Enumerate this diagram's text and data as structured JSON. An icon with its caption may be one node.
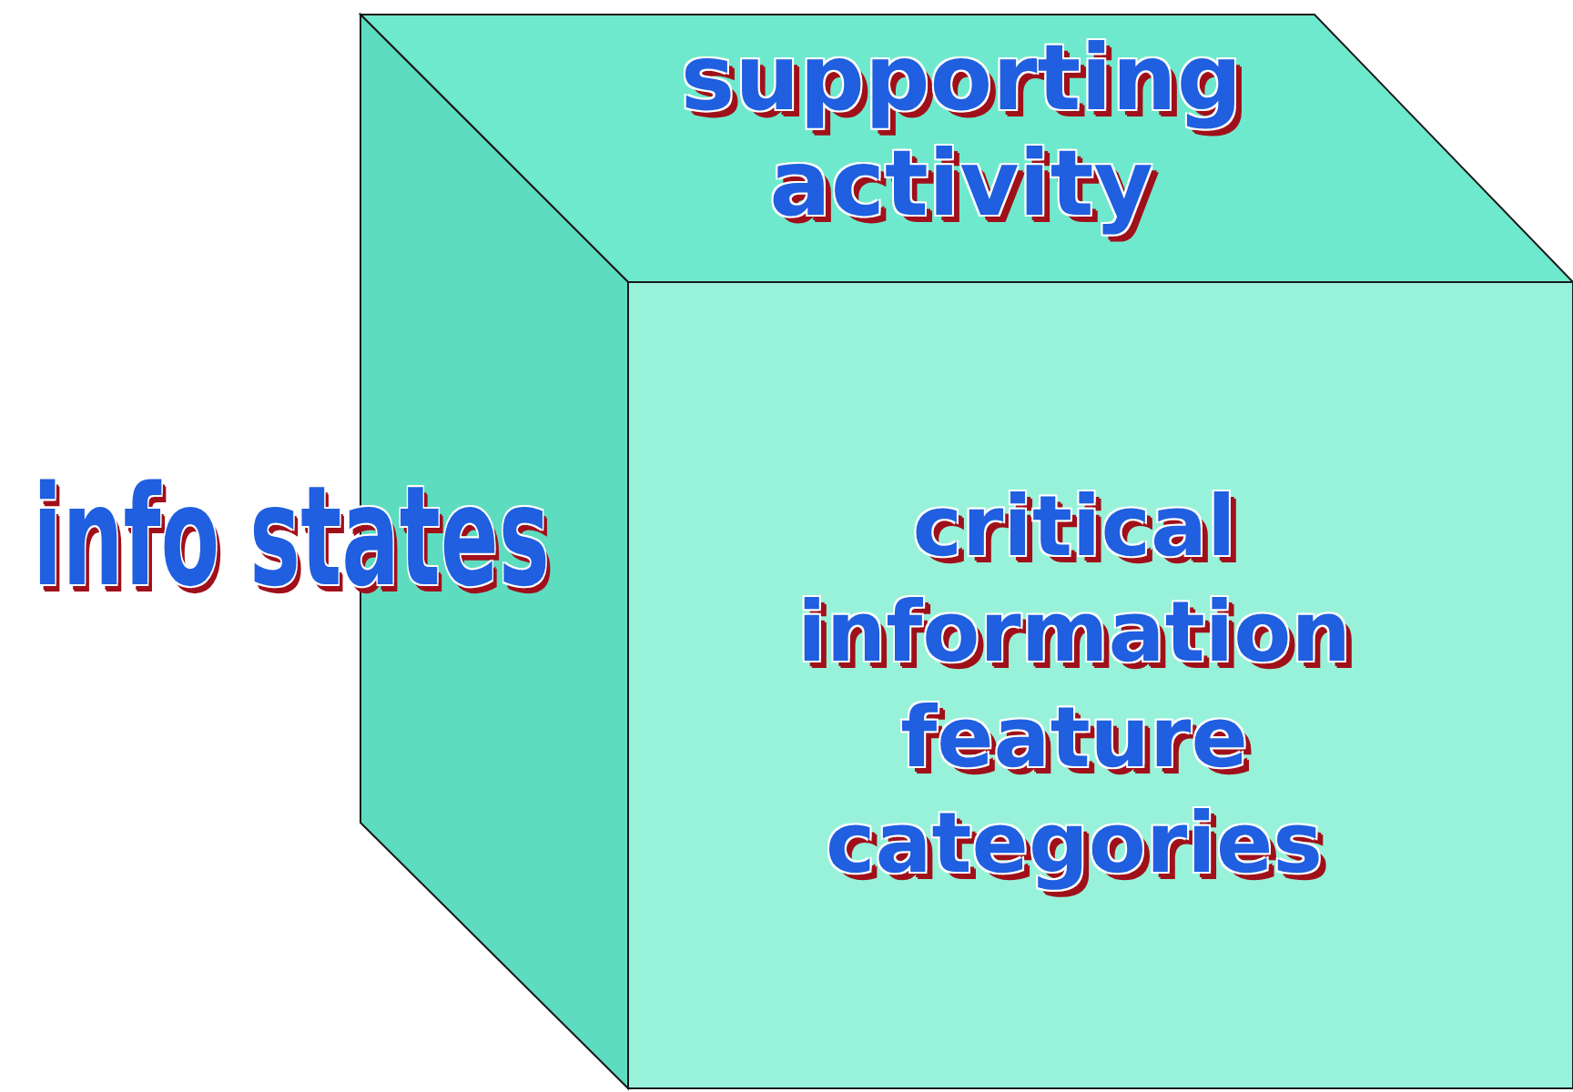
{
  "diagram": {
    "nodes": [
      {
        "text": [
          "supporting activity"
        ]
      },
      {
        "text": [
          "info states"
        ]
      },
      {
        "text": [
          "critical information feature categories"
        ]
      }
    ]
  }
}
